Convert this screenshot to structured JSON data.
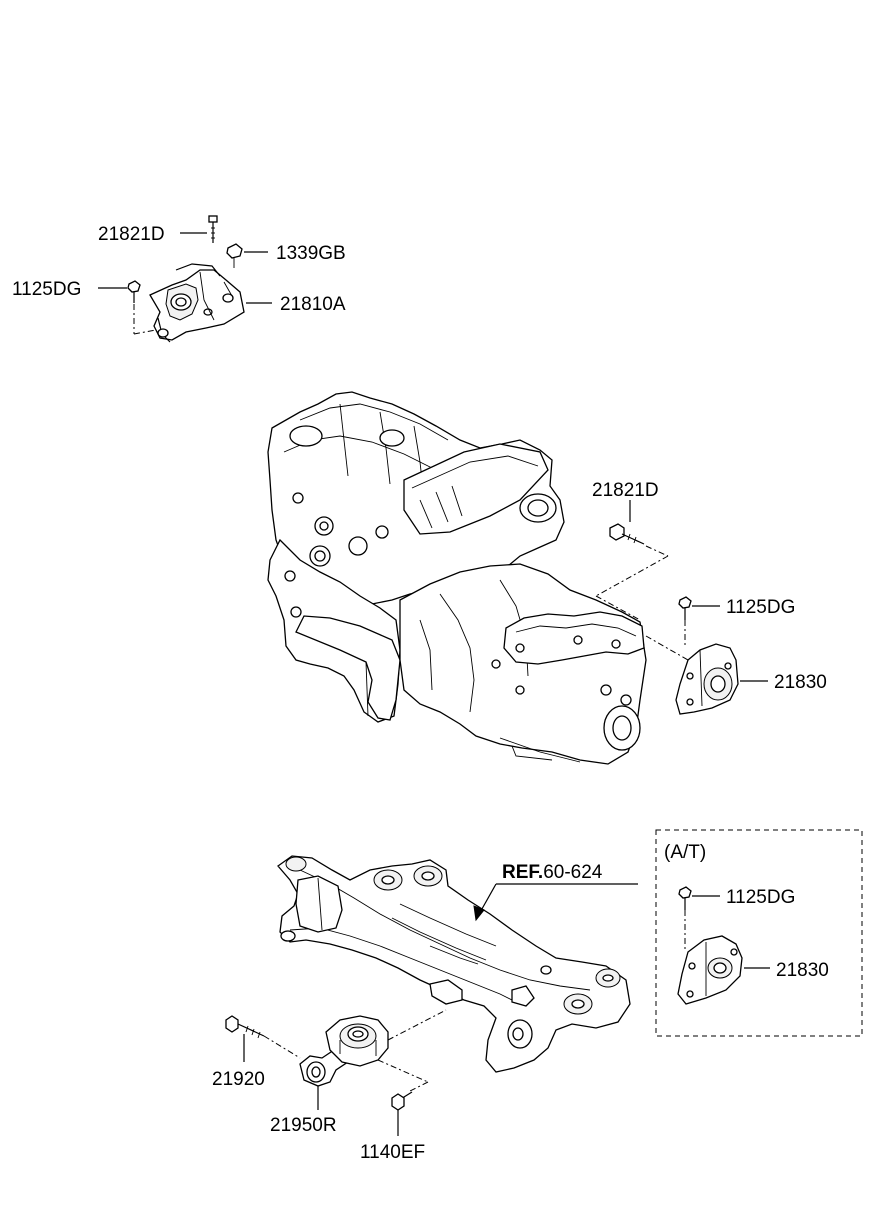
{
  "labels": {
    "top_21821D": "21821D",
    "top_1339GB": "1339GB",
    "top_1125DG": "1125DG",
    "top_21810A": "21810A",
    "mid_21821D": "21821D",
    "mid_1125DG": "1125DG",
    "mid_21830": "21830",
    "ref_bold": "REF.",
    "ref_num": "60-624",
    "at_title": "(A/T)",
    "at_1125DG": "1125DG",
    "at_21830": "21830",
    "bot_21920": "21920",
    "bot_21950R": "21950R",
    "bot_1140EF": "1140EF"
  }
}
